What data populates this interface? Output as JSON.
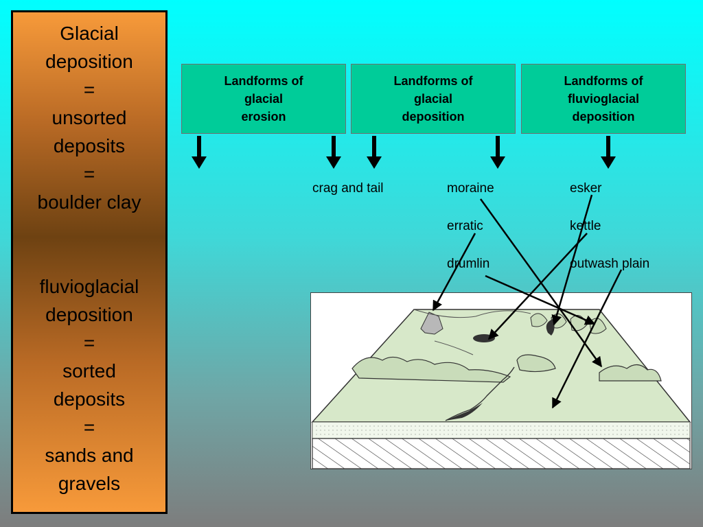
{
  "side_panel": {
    "lines_top": [
      "Glacial",
      "deposition",
      "=",
      "unsorted",
      "deposits",
      "=",
      "boulder clay"
    ],
    "lines_bottom": [
      "fluvioglacial",
      "deposition",
      "=",
      "sorted",
      "deposits",
      "=",
      "sands and",
      "gravels"
    ]
  },
  "headers": [
    {
      "label": "Landforms of\nglacial\nerosion"
    },
    {
      "label": "Landforms of\nglacial\ndeposition"
    },
    {
      "label": "Landforms of\nfluvioglacial\ndeposition"
    }
  ],
  "terms": {
    "crag_and_tail": "crag and tail",
    "moraine": "moraine",
    "erratic": "erratic",
    "drumlin": "drumlin",
    "esker": "esker",
    "kettle": "kettle",
    "outwash_plain": "outwash plain"
  },
  "colors": {
    "header_fill": "#00cc99",
    "landscape_fill": "#d7e8c9",
    "arrow": "#000000"
  }
}
